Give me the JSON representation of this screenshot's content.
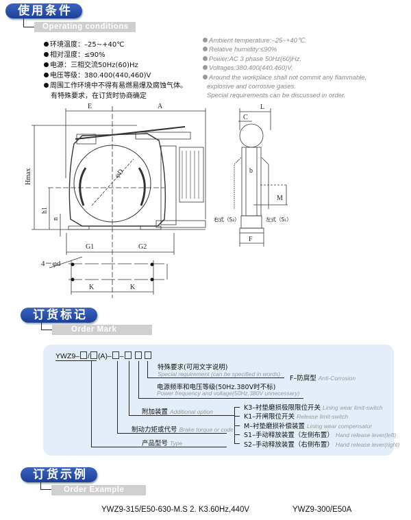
{
  "section1": {
    "title": "使用条件",
    "subtitle": "Operating conditions"
  },
  "conditions_cn": [
    "环境温度：–25~+40℃",
    "相对湿度：≤90%",
    "电源：三相交流50Hz(60)Hz",
    "电压等级：380.400(440,460)V",
    "周围工作环境中不得有易燃易爆及腐蚀气体。"
  ],
  "conditions_cn_extra": "有特殊要求，在订货时协商确定",
  "conditions_en": [
    "Ambient temperature:–25~+40℃.",
    "Relative humidity:≤90%",
    "Power:AC 3 phase  50Hz(60)Hz.",
    "Voltages:380.400(440.460)V.",
    "Around the workplace shall not commit any flammable,"
  ],
  "conditions_en_extra": [
    "explosive and corrosive gases.",
    "Special requirements can be discussed in order."
  ],
  "drawing": {
    "E": "E",
    "A": "A",
    "Hmax": "Hmax",
    "h1": "h1",
    "n": "n",
    "D": "φD",
    "G1": "G1",
    "G2": "G2",
    "d": "4－φd",
    "K": "K",
    "L": "L",
    "C": "C",
    "b": "b",
    "M": "M",
    "F": "F",
    "right": "右式（S₂）",
    "left": "左式（S₁）"
  },
  "section2": {
    "title": "订货标记",
    "subtitle": "Order Mark"
  },
  "order_mark": {
    "code_prefix": "YWZ9–",
    "code_sep": "/",
    "code_a": "(A)–",
    "code_dash": "–",
    "special_cn": "特殊要求(可用文字说明)",
    "special_en": "Special  requirement (can  be specified  in words)",
    "f_cn": "F–防腐型",
    "f_en": "Anti-Corrosion",
    "power_cn": "电源频率和电压等级(50Hz.380V时不标)",
    "power_en": "Power frequency  and voltage(50Hz,380V unnecessary)",
    "additional_cn": "附加装置",
    "additional_en": "Additional  option",
    "torque_cn": "制动力矩或代号",
    "torque_en": "Brake torque or code",
    "type_cn": "产品型号",
    "type_en": "Type",
    "options": [
      {
        "cn": "K3–衬垫磨损极限限位开关",
        "en": "Lining wear limit-switch"
      },
      {
        "cn": "K1–开闸限位开关",
        "en": "Release limit-switch"
      },
      {
        "cn": "M–衬垫磨损补偿装置",
        "en": "Lining wear compensator"
      },
      {
        "cn": "S1–手动释放装置（左侧布置）",
        "en": "Hand release  lever(left)"
      },
      {
        "cn": "S2–手动释放装置（右侧布置）",
        "en": "Hand release  lever(right)"
      }
    ]
  },
  "section3": {
    "title": "订货示例",
    "subtitle": "Order Example"
  },
  "examples": [
    "YWZ9-315/E50-630-M.S 2. K3.60Hz,440V",
    "YWZ9-300/E50A"
  ]
}
